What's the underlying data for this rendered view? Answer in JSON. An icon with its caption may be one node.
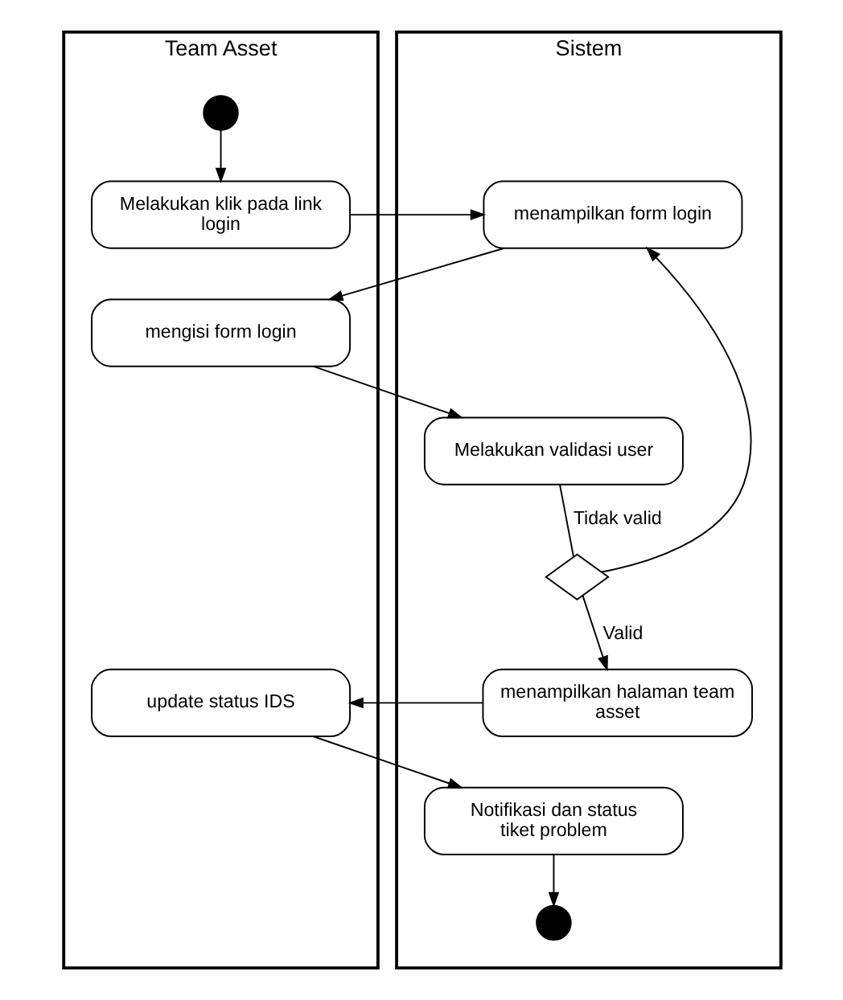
{
  "diagram": {
    "nodes": [
      {
        "text": [
          "Team Asset"
        ]
      },
      {
        "text": [
          "Sistem"
        ]
      },
      {
        "text": [],
        "shape": "circle",
        "in": 0
      },
      {
        "text": [
          "Melakukan klik pada link login"
        ],
        "in": 0
      },
      {
        "text": [
          "menampilkan form login"
        ],
        "in": 1
      },
      {
        "text": [
          "mengisi form login"
        ],
        "in": 0
      },
      {
        "text": [
          "Melakukan validasi user"
        ],
        "in": 1
      },
      {
        "text": [],
        "shape": "diamond",
        "in": 1
      },
      {
        "text": [
          "menampilkan halaman team asset"
        ],
        "in": 1
      },
      {
        "text": [
          "update status IDS"
        ],
        "in": 0
      },
      {
        "text": [
          "Notifikasi dan status tiket problem"
        ],
        "in": 1
      },
      {
        "text": [],
        "shape": "circle",
        "in": 1
      }
    ],
    "edges": [
      {
        "from": 2,
        "to": 3,
        "arrow": "to"
      },
      {
        "from": 3,
        "to": 4,
        "arrow": "to"
      },
      {
        "from": 4,
        "to": 5,
        "arrow": "to"
      },
      {
        "from": 5,
        "to": 6,
        "arrow": "to"
      },
      {
        "from": 6,
        "to": 7,
        "arrow": "none",
        "label": "Tidak valid"
      },
      {
        "from": 7,
        "to": 4,
        "arrow": "to"
      },
      {
        "from": 7,
        "to": 8,
        "arrow": "to",
        "label": "Valid"
      },
      {
        "from": 8,
        "to": 9,
        "arrow": "to"
      },
      {
        "from": 9,
        "to": 10,
        "arrow": "to"
      },
      {
        "from": 10,
        "to": 11,
        "arrow": "to"
      }
    ]
  }
}
